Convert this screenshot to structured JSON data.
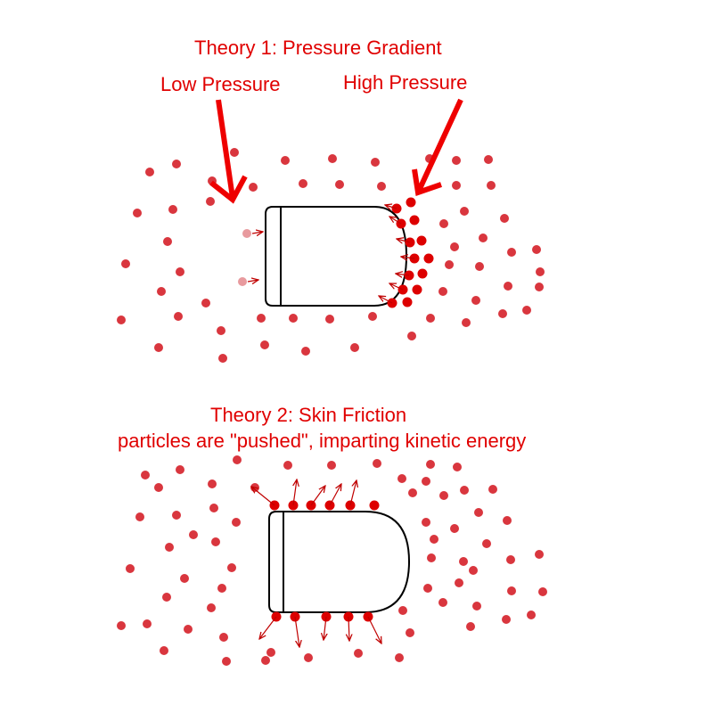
{
  "colors": {
    "title_text": "#e00000",
    "arrow": "#ee0000",
    "particle": "#d9363e",
    "particle_pushed": "#dd0000",
    "particle_faded": "#e89a9e",
    "body_outline": "#000000"
  },
  "theory1": {
    "title": "Theory 1: Pressure Gradient",
    "low_label": "Low Pressure",
    "high_label": "High Pressure"
  },
  "theory2": {
    "title": "Theory 2: Skin Friction",
    "subtitle": "particles are \"pushed\", imparting kinetic energy"
  }
}
